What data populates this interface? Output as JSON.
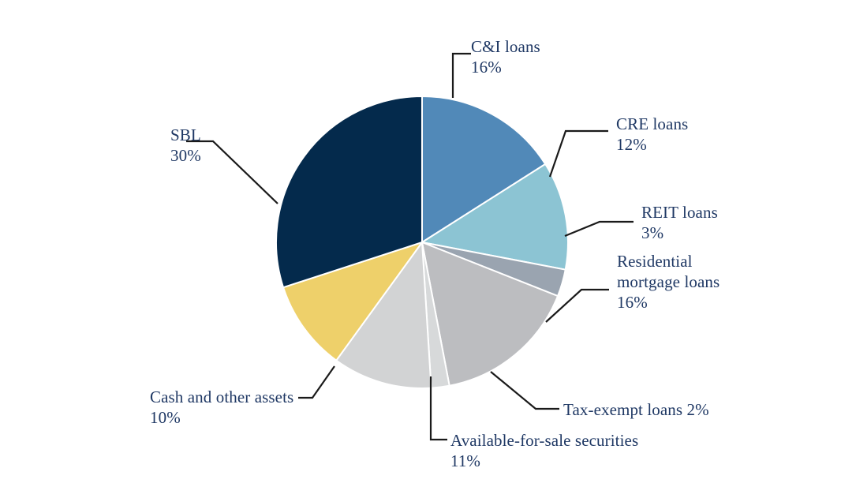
{
  "chart_data": {
    "type": "pie",
    "title": "",
    "xlabel": "",
    "ylabel": "",
    "unit": "%",
    "total": 100,
    "start_angle_deg": 0,
    "direction": "clockwise",
    "legend_position": "none",
    "labels_outside": true,
    "categories": [
      "C&I loans",
      "CRE loans",
      "REIT loans",
      "Residential mortgage loans",
      "Tax-exempt loans",
      "Available-for-sale securities",
      "Cash and other assets",
      "SBL"
    ],
    "values": [
      16,
      12,
      3,
      16,
      2,
      11,
      10,
      30
    ],
    "colors": [
      "#5189b8",
      "#8cc4d3",
      "#9aa4b0",
      "#bcbdc0",
      "#d7d9da",
      "#d2d3d4",
      "#eed06a",
      "#042a4c"
    ],
    "slices": [
      {
        "name": "C&I loans",
        "value": 16,
        "color": "#5189b8"
      },
      {
        "name": "CRE loans",
        "value": 12,
        "color": "#8cc4d3"
      },
      {
        "name": "REIT loans",
        "value": 3,
        "color": "#9aa4b0"
      },
      {
        "name": "Residential mortgage loans",
        "value": 16,
        "color": "#bcbdc0"
      },
      {
        "name": "Tax-exempt loans",
        "value": 2,
        "color": "#d7d9da"
      },
      {
        "name": "Available-for-sale securities",
        "value": 11,
        "color": "#d2d3d4"
      },
      {
        "name": "Cash and other assets",
        "value": 10,
        "color": "#eed06a"
      },
      {
        "name": "SBL",
        "value": 30,
        "color": "#042a4c"
      }
    ]
  },
  "labels": {
    "ci_loans": "C&I loans\n16%",
    "cre_loans": "CRE loans\n12%",
    "reit_loans": "REIT loans\n3%",
    "residential_mortgage_loans": "Residential\nmortgage loans\n16%",
    "tax_exempt_loans": "Tax-exempt loans 2%",
    "available_for_sale_securities": "Available-for-sale securities\n11%",
    "cash_and_other_assets": "Cash and other assets\n10%",
    "sbl": "SBL\n30%"
  },
  "style": {
    "text_color": "#1f3864",
    "leader_line_color": "#1a1a1a",
    "background": "#ffffff"
  }
}
